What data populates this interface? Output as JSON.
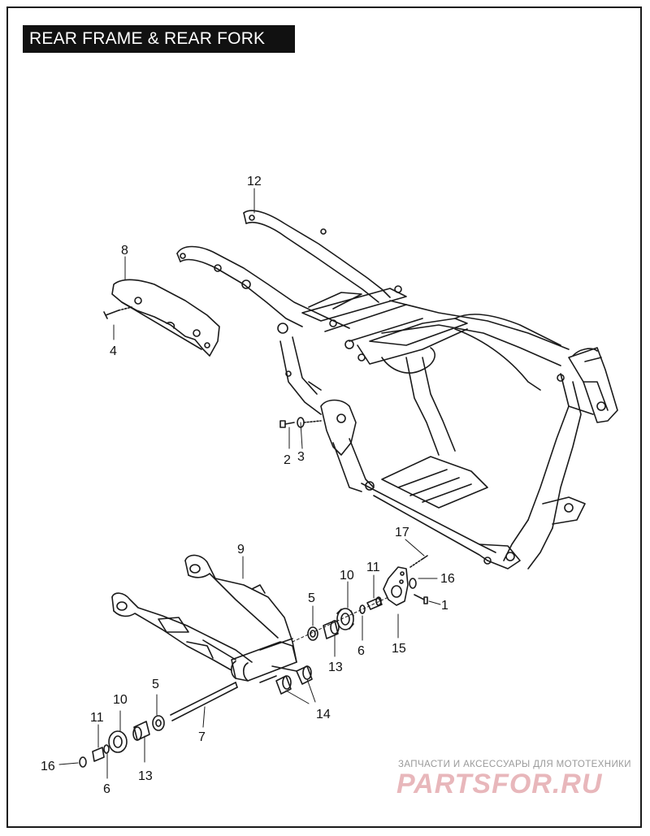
{
  "title": "REAR FRAME & REAR FORK",
  "callouts": {
    "c1": "1",
    "c2": "2",
    "c3": "3",
    "c4": "4",
    "c5a": "5",
    "c5b": "5",
    "c6a": "6",
    "c6b": "6",
    "c7": "7",
    "c8": "8",
    "c9": "9",
    "c10a": "10",
    "c10b": "10",
    "c11a": "11",
    "c11b": "11",
    "c12": "12",
    "c13a": "13",
    "c13b": "13",
    "c14": "14",
    "c15": "15",
    "c16a": "16",
    "c16b": "16",
    "c17": "17"
  },
  "watermark": {
    "tagline": "ЗАПЧАСТИ И АКСЕССУАРЫ ДЛЯ МОТОТЕХНИКИ",
    "logo": "PARTSFOR.RU"
  },
  "colors": {
    "line": "#1a1a1a",
    "watermark_red": "#e8b7bb",
    "watermark_gray": "#9a9a9a"
  }
}
